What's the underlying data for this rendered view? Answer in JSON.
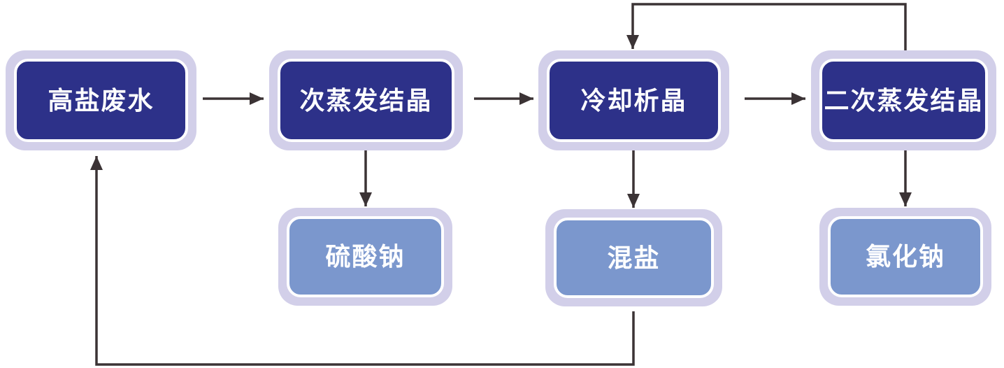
{
  "diagram": {
    "type": "flowchart",
    "description": "High-salinity wastewater salt-separation crystallization process flow",
    "nodes": {
      "high_salt_wastewater": "高盐废水",
      "primary_evaporation": "次蒸发结晶",
      "cooling_crystallization": "冷却析晶",
      "secondary_evaporation": "二次蒸发结晶",
      "sodium_sulfate": "硫酸钠",
      "mixed_salt": "混盐",
      "sodium_chloride": "氯化钠"
    },
    "edges": [
      {
        "from": "high_salt_wastewater",
        "to": "primary_evaporation",
        "style": "straight-right"
      },
      {
        "from": "primary_evaporation",
        "to": "cooling_crystallization",
        "style": "straight-right"
      },
      {
        "from": "cooling_crystallization",
        "to": "secondary_evaporation",
        "style": "straight-right"
      },
      {
        "from": "primary_evaporation",
        "to": "sodium_sulfate",
        "style": "straight-down"
      },
      {
        "from": "cooling_crystallization",
        "to": "mixed_salt",
        "style": "straight-down"
      },
      {
        "from": "secondary_evaporation",
        "to": "sodium_chloride",
        "style": "straight-down"
      },
      {
        "from": "secondary_evaporation",
        "to": "cooling_crystallization",
        "style": "feedback-over-top"
      },
      {
        "from": "mixed_salt",
        "to": "high_salt_wastewater",
        "style": "feedback-under-bottom"
      }
    ],
    "colors": {
      "process_fill": "#2D3189",
      "product_fill": "#7B97CD",
      "node_outer_border": "#D2CFE9",
      "node_inner_border": "#FFFFFF",
      "arrow": "#3B3335",
      "background": "#FFFFFF"
    }
  }
}
